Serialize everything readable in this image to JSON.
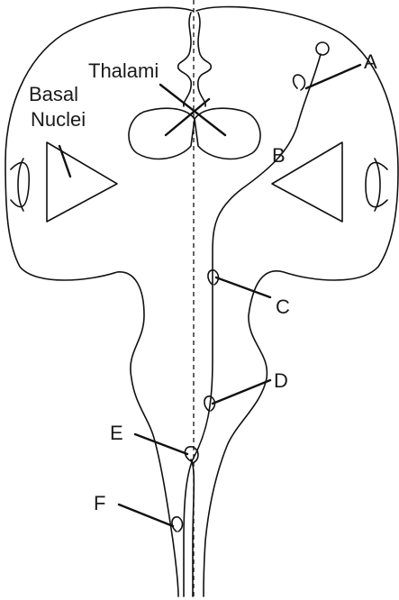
{
  "labels": {
    "thalami": "Thalami",
    "basal_line1": "Basal",
    "basal_line2": "Nuclei",
    "a": "A",
    "b": "B",
    "c": "C",
    "d": "D",
    "e": "E",
    "f": "F"
  },
  "colors": {
    "stroke": "#111111",
    "background": "#ffffff"
  }
}
